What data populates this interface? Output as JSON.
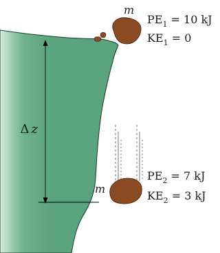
{
  "labels": {
    "mass_top": "m",
    "mass_bottom": "m",
    "delta": "Δ",
    "z": "z"
  },
  "state_1": {
    "pe_prefix": "PE",
    "pe_sub": "1",
    "pe_value": " = 10 kJ",
    "ke_prefix": "KE",
    "ke_sub": "1",
    "ke_value": " = 0"
  },
  "state_2": {
    "pe_prefix": "PE",
    "pe_sub": "2",
    "pe_value": " = 7 kJ",
    "ke_prefix": "KE",
    "ke_sub": "2",
    "ke_value": " = 3 kJ"
  },
  "colors": {
    "cliff": "#5aa37e",
    "cliff_edge": "#1e3a2b",
    "rock": "#8b4a22",
    "rock_edge": "#3b1d0b",
    "text": "#1a1a1a"
  }
}
